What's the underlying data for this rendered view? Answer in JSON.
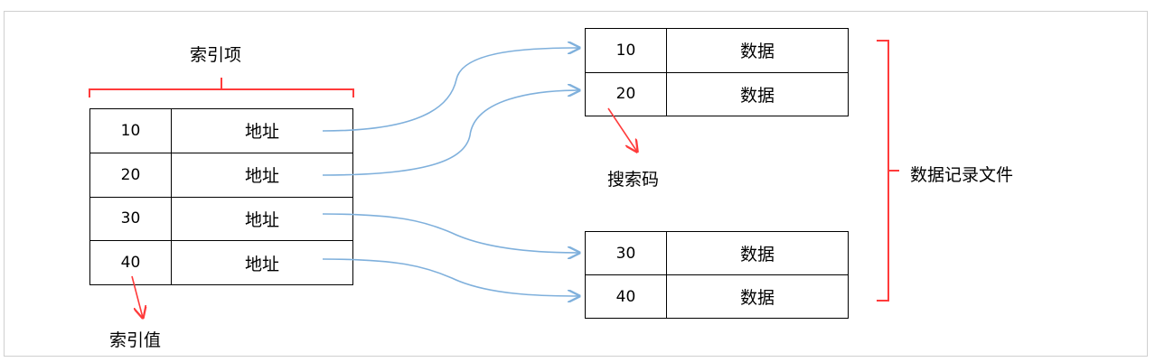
{
  "index_table": {
    "header_label": "索引项",
    "rows": [
      {
        "key": "10",
        "value": "地址"
      },
      {
        "key": "20",
        "value": "地址"
      },
      {
        "key": "30",
        "value": "地址"
      },
      {
        "key": "40",
        "value": "地址"
      }
    ],
    "key_annotation": "索引值"
  },
  "data_blocks": [
    {
      "rows": [
        {
          "key": "10",
          "value": "数据"
        },
        {
          "key": "20",
          "value": "数据"
        }
      ]
    },
    {
      "rows": [
        {
          "key": "30",
          "value": "数据"
        },
        {
          "key": "40",
          "value": "数据"
        }
      ]
    }
  ],
  "search_key_label": "搜索码",
  "data_file_label": "数据记录文件",
  "colors": {
    "bracket": "#ff3b3b",
    "pointer_arrow": "#7fb0dc",
    "annotation_arrow": "#ff3b3b"
  }
}
